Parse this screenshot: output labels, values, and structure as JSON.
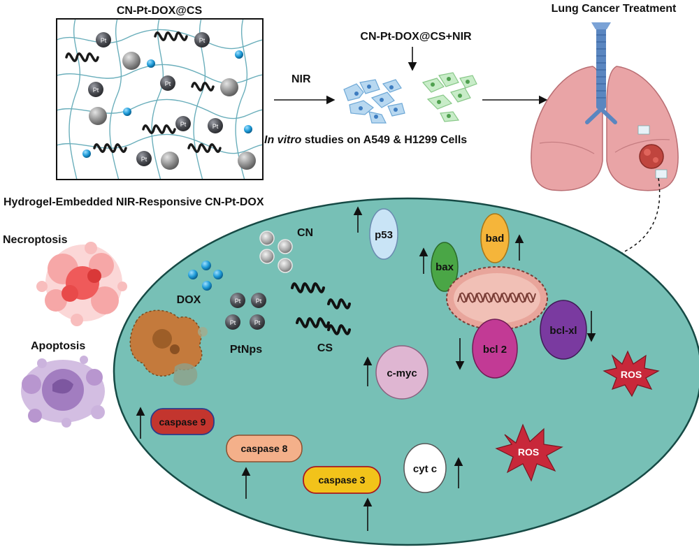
{
  "top": {
    "gel_title": "CN-Pt-DOX@CS",
    "nir_label": "NIR",
    "combo_label": "CN-Pt-DOX@CS+NIR",
    "vitro_prefix": "In vitro",
    "vitro_rest": " studies on A549 & H1299 Cells",
    "lung_title": "Lung Cancer Treatment",
    "hydrogel_caption": "Hydrogel-Embedded NIR-Responsive CN-Pt-DOX",
    "pt_text": "Pt"
  },
  "left": {
    "necroptosis": "Necroptosis",
    "apoptosis": "Apoptosis"
  },
  "cell": {
    "dox": "DOX",
    "cn": "CN",
    "ptnps": "PtNps",
    "cs": "CS",
    "pt_text": "Pt",
    "proteins": {
      "p53": "p53",
      "bax": "bax",
      "bad": "bad",
      "bcl2": "bcl 2",
      "bclxl": "bcl-xl",
      "cmyc": "c-myc",
      "cytc": "cyt c",
      "casp9": "caspase 9",
      "casp8": "caspase 8",
      "casp3": "caspase 3"
    },
    "ros": "ROS"
  },
  "colors": {
    "cell_fill": "#77c0b6",
    "cell_stroke": "#164a45",
    "pt_sphere": "#4d4f55",
    "grey_sphere": "#8d8d8d",
    "dox_blue": "#2aa7e0",
    "ros_red": "#c8283a",
    "necroptosis": "#ef5a5a",
    "apoptosis": "#9a6fb4",
    "lung": "#e9a4a6",
    "trachea": "#5a86c0"
  }
}
